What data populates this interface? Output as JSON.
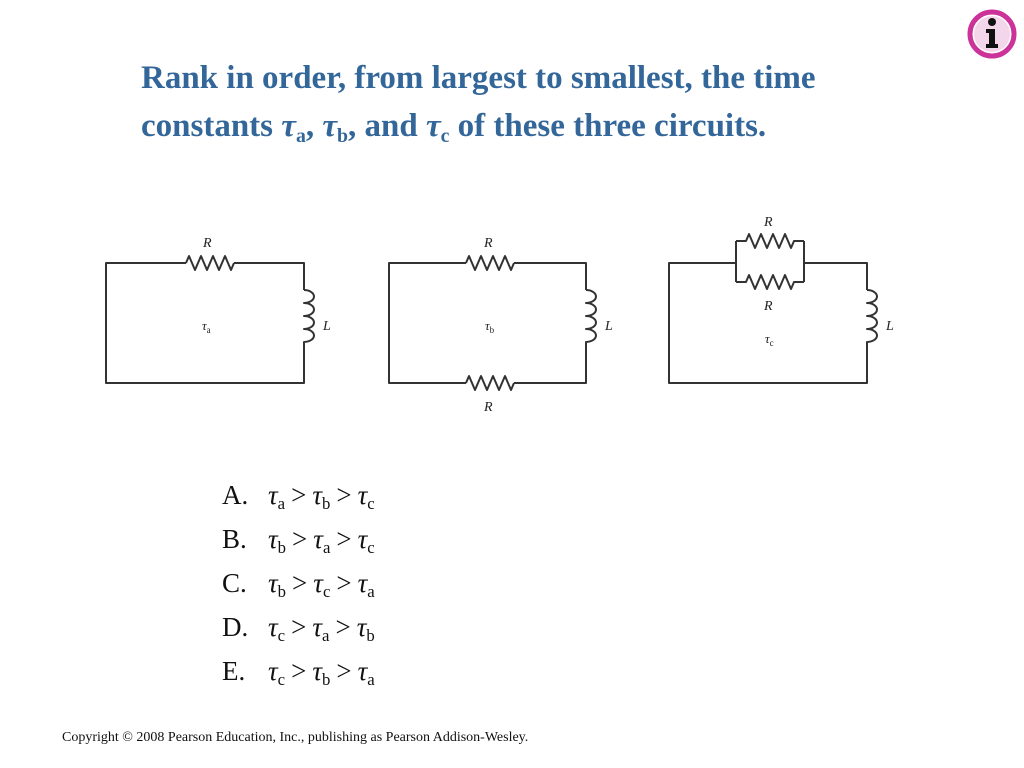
{
  "question": {
    "part1": "Rank in order, from largest to smallest, the time constants ",
    "tau": "τ",
    "sub_a": "a",
    "sep1": ", ",
    "sub_b": "b",
    "sep2": ", and ",
    "sub_c": "c",
    "part2": " of these three circuits."
  },
  "circuits": {
    "resistor_label": "R",
    "inductor_label": "L",
    "tau": "τ",
    "items": [
      {
        "id": "a",
        "sub": "a"
      },
      {
        "id": "b",
        "sub": "b"
      },
      {
        "id": "c",
        "sub": "c"
      }
    ]
  },
  "answers": [
    {
      "letter": "A.",
      "order": [
        "a",
        "b",
        "c"
      ]
    },
    {
      "letter": "B.",
      "order": [
        "b",
        "a",
        "c"
      ]
    },
    {
      "letter": "C.",
      "order": [
        "b",
        "c",
        "a"
      ]
    },
    {
      "letter": "D.",
      "order": [
        "c",
        "a",
        "b"
      ]
    },
    {
      "letter": "E.",
      "order": [
        "c",
        "b",
        "a"
      ]
    }
  ],
  "answer_symbols": {
    "tau": "τ",
    "gt": ">"
  },
  "copyright": "Copyright © 2008 Pearson Education, Inc., publishing as Pearson Addison-Wesley.",
  "colors": {
    "title": "#336699",
    "icon_ring": "#cc3399"
  },
  "icon": "info-icon"
}
